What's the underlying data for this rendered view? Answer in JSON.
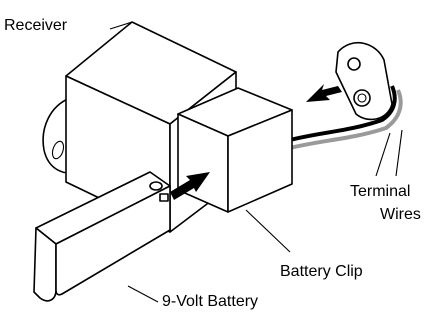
{
  "labels": {
    "receiver": "Receiver",
    "terminal_line1": "Terminal",
    "terminal_line2": "Wires",
    "battery_clip": "Battery Clip",
    "battery": "9-Volt Battery"
  }
}
